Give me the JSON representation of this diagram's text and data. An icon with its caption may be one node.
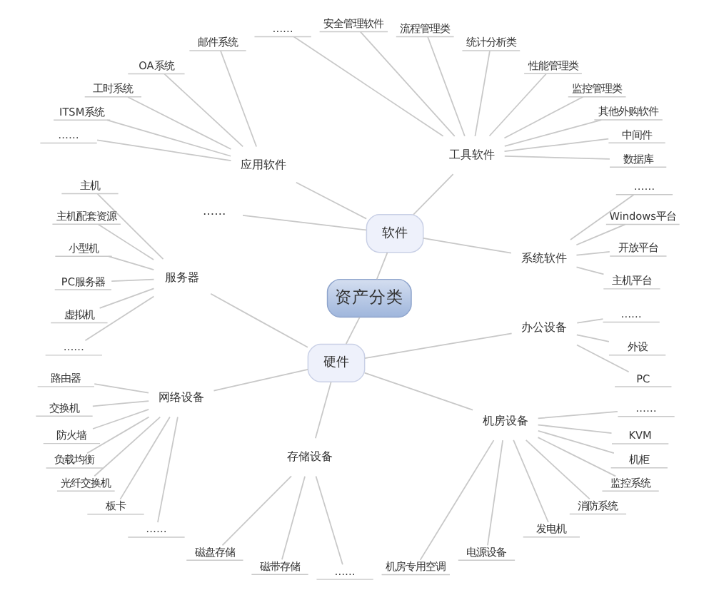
{
  "diagram": {
    "nodes": [
      {
        "text": [
          "资产分类"
        ]
      },
      {
        "text": [
          "软件"
        ]
      },
      {
        "text": [
          "系统软件"
        ]
      },
      {
        "text": [
          "主机平台"
        ]
      },
      {
        "text": [
          "开放平台"
        ]
      },
      {
        "text": [
          "Windows平台"
        ]
      },
      {
        "text": [
          "……"
        ]
      },
      {
        "text": [
          "工具软件"
        ]
      },
      {
        "text": [
          "数据库"
        ]
      },
      {
        "text": [
          "中间件"
        ]
      },
      {
        "text": [
          "其他外购软件"
        ]
      },
      {
        "text": [
          "监控管理类"
        ]
      },
      {
        "text": [
          "性能管理类"
        ]
      },
      {
        "text": [
          "统计分析类"
        ]
      },
      {
        "text": [
          "流程管理类"
        ]
      },
      {
        "text": [
          "安全管理软件"
        ]
      },
      {
        "text": [
          "……"
        ]
      },
      {
        "text": [
          "应用软件"
        ]
      },
      {
        "text": [
          "邮件系统"
        ]
      },
      {
        "text": [
          "OA系统"
        ]
      },
      {
        "text": [
          "工时系统"
        ]
      },
      {
        "text": [
          "ITSM系统"
        ]
      },
      {
        "text": [
          "……"
        ]
      },
      {
        "text": [
          "……"
        ]
      },
      {
        "text": [
          "硬件"
        ]
      },
      {
        "text": [
          "服务器"
        ]
      },
      {
        "text": [
          "主机"
        ]
      },
      {
        "text": [
          "主机配套资源"
        ]
      },
      {
        "text": [
          "小型机"
        ]
      },
      {
        "text": [
          "PC服务器"
        ]
      },
      {
        "text": [
          "虚拟机"
        ]
      },
      {
        "text": [
          "……"
        ]
      },
      {
        "text": [
          "网络设备"
        ]
      },
      {
        "text": [
          "路由器"
        ]
      },
      {
        "text": [
          "交换机"
        ]
      },
      {
        "text": [
          "防火墙"
        ]
      },
      {
        "text": [
          "负载均衡"
        ]
      },
      {
        "text": [
          "光纤交换机"
        ]
      },
      {
        "text": [
          "板卡"
        ]
      },
      {
        "text": [
          "……"
        ]
      },
      {
        "text": [
          "存储设备"
        ]
      },
      {
        "text": [
          "磁盘存储"
        ]
      },
      {
        "text": [
          "磁带存储"
        ]
      },
      {
        "text": [
          "……"
        ]
      },
      {
        "text": [
          "机房设备"
        ]
      },
      {
        "text": [
          "机房专用空调"
        ]
      },
      {
        "text": [
          "电源设备"
        ]
      },
      {
        "text": [
          "发电机"
        ]
      },
      {
        "text": [
          "消防系统"
        ]
      },
      {
        "text": [
          "监控系统"
        ]
      },
      {
        "text": [
          "机柜"
        ]
      },
      {
        "text": [
          "KVM"
        ]
      },
      {
        "text": [
          "……"
        ]
      },
      {
        "text": [
          "办公设备"
        ]
      },
      {
        "text": [
          "PC"
        ]
      },
      {
        "text": [
          "外设"
        ]
      },
      {
        "text": [
          "……"
        ]
      }
    ],
    "edges": [
      {
        "from": 0,
        "to": 1,
        "arrow": "none"
      },
      {
        "from": 1,
        "to": 2,
        "arrow": "none"
      },
      {
        "from": 2,
        "to": 3,
        "arrow": "none"
      },
      {
        "from": 2,
        "to": 4,
        "arrow": "none"
      },
      {
        "from": 2,
        "to": 5,
        "arrow": "none"
      },
      {
        "from": 2,
        "to": 6,
        "arrow": "none"
      },
      {
        "from": 1,
        "to": 7,
        "arrow": "none"
      },
      {
        "from": 7,
        "to": 8,
        "arrow": "none"
      },
      {
        "from": 7,
        "to": 9,
        "arrow": "none"
      },
      {
        "from": 7,
        "to": 10,
        "arrow": "none"
      },
      {
        "from": 7,
        "to": 11,
        "arrow": "none"
      },
      {
        "from": 7,
        "to": 12,
        "arrow": "none"
      },
      {
        "from": 7,
        "to": 13,
        "arrow": "none"
      },
      {
        "from": 7,
        "to": 14,
        "arrow": "none"
      },
      {
        "from": 7,
        "to": 15,
        "arrow": "none"
      },
      {
        "from": 7,
        "to": 16,
        "arrow": "none"
      },
      {
        "from": 1,
        "to": 17,
        "arrow": "none"
      },
      {
        "from": 17,
        "to": 18,
        "arrow": "none"
      },
      {
        "from": 17,
        "to": 19,
        "arrow": "none"
      },
      {
        "from": 17,
        "to": 20,
        "arrow": "none"
      },
      {
        "from": 17,
        "to": 21,
        "arrow": "none"
      },
      {
        "from": 17,
        "to": 22,
        "arrow": "none"
      },
      {
        "from": 1,
        "to": 23,
        "arrow": "none"
      },
      {
        "from": 0,
        "to": 24,
        "arrow": "none"
      },
      {
        "from": 24,
        "to": 25,
        "arrow": "none"
      },
      {
        "from": 25,
        "to": 26,
        "arrow": "none"
      },
      {
        "from": 25,
        "to": 27,
        "arrow": "none"
      },
      {
        "from": 25,
        "to": 28,
        "arrow": "none"
      },
      {
        "from": 25,
        "to": 29,
        "arrow": "none"
      },
      {
        "from": 25,
        "to": 30,
        "arrow": "none"
      },
      {
        "from": 25,
        "to": 31,
        "arrow": "none"
      },
      {
        "from": 24,
        "to": 32,
        "arrow": "none"
      },
      {
        "from": 32,
        "to": 33,
        "arrow": "none"
      },
      {
        "from": 32,
        "to": 34,
        "arrow": "none"
      },
      {
        "from": 32,
        "to": 35,
        "arrow": "none"
      },
      {
        "from": 32,
        "to": 36,
        "arrow": "none"
      },
      {
        "from": 32,
        "to": 37,
        "arrow": "none"
      },
      {
        "from": 32,
        "to": 38,
        "arrow": "none"
      },
      {
        "from": 32,
        "to": 39,
        "arrow": "none"
      },
      {
        "from": 24,
        "to": 40,
        "arrow": "none"
      },
      {
        "from": 40,
        "to": 41,
        "arrow": "none"
      },
      {
        "from": 40,
        "to": 42,
        "arrow": "none"
      },
      {
        "from": 40,
        "to": 43,
        "arrow": "none"
      },
      {
        "from": 24,
        "to": 44,
        "arrow": "none"
      },
      {
        "from": 44,
        "to": 45,
        "arrow": "none"
      },
      {
        "from": 44,
        "to": 46,
        "arrow": "none"
      },
      {
        "from": 44,
        "to": 47,
        "arrow": "none"
      },
      {
        "from": 44,
        "to": 48,
        "arrow": "none"
      },
      {
        "from": 44,
        "to": 49,
        "arrow": "none"
      },
      {
        "from": 44,
        "to": 50,
        "arrow": "none"
      },
      {
        "from": 44,
        "to": 51,
        "arrow": "none"
      },
      {
        "from": 44,
        "to": 52,
        "arrow": "none"
      },
      {
        "from": 24,
        "to": 53,
        "arrow": "none"
      },
      {
        "from": 53,
        "to": 54,
        "arrow": "none"
      },
      {
        "from": 53,
        "to": 55,
        "arrow": "none"
      },
      {
        "from": 53,
        "to": 56,
        "arrow": "none"
      }
    ]
  }
}
